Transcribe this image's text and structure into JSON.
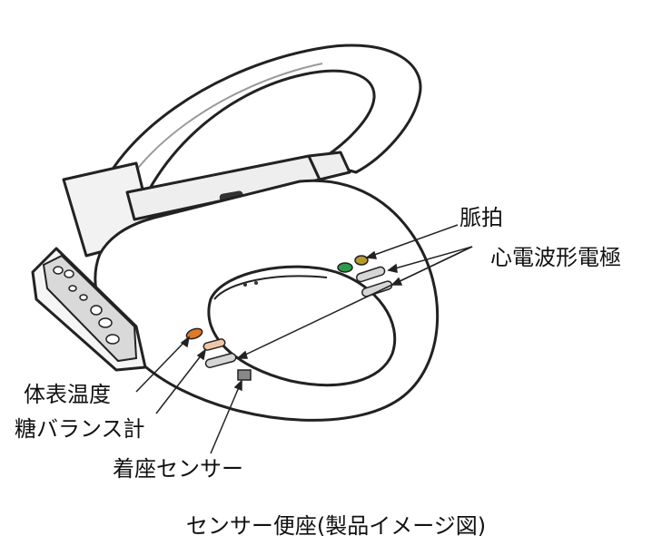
{
  "labels": {
    "pulse": "脈拍",
    "ecg": "心電波形電極",
    "body_temp": "体表温度",
    "glucose_balance": "糖バランス計",
    "seat_sensor": "着座センサー"
  },
  "caption": "センサー便座(製品イメージ図)",
  "colors": {
    "pulse_sensor": "#b59a2e",
    "green_sensor": "#2e9a4a",
    "temp_sensor": "#e0782a",
    "balance_sensor": "#efc7a6",
    "electrode": "#d6d6d6",
    "seat_sensor": "#888888"
  },
  "icons": [
    "remote-control-panel",
    "seat-sensor-square"
  ]
}
